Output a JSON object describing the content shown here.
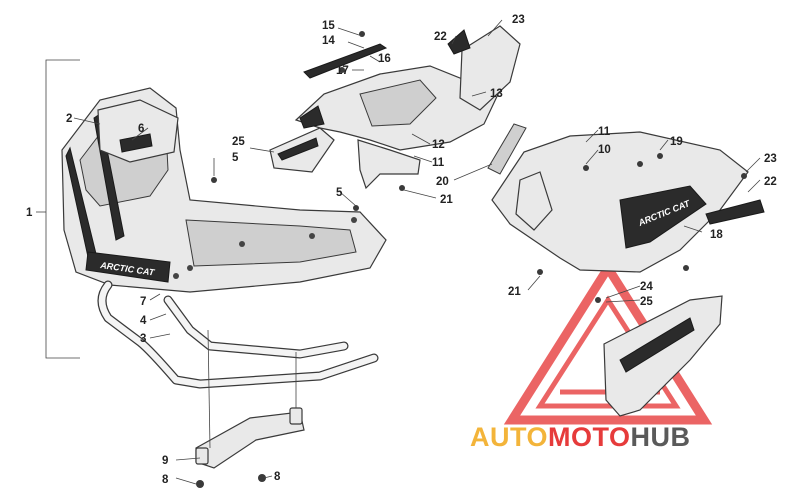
{
  "callouts": {
    "c1": "1",
    "c2": "2",
    "c3": "3",
    "c4": "4",
    "c5a": "5",
    "c5b": "5",
    "c6": "6",
    "c7": "7",
    "c8a": "8",
    "c8b": "8",
    "c9": "9",
    "c10": "10",
    "c11a": "11",
    "c11b": "11",
    "c12": "12",
    "c13": "13",
    "c14": "14",
    "c15": "15",
    "c16": "16",
    "c17": "17",
    "c18": "18",
    "c19": "19",
    "c20": "20",
    "c21a": "21",
    "c21b": "21",
    "c22a": "22",
    "c22b": "22",
    "c23a": "23",
    "c23b": "23",
    "c24": "24",
    "c25a": "25",
    "c25b": "25"
  },
  "brand_marks": {
    "rack_logo": "ARCTIC CAT",
    "panel_logo": "ARCTIC CAT"
  },
  "watermark": {
    "part1": "AUTO",
    "part2": "MOTO",
    "part3": "HUB",
    "color_auto": "#f3b43a",
    "color_moto": "#e63b3b",
    "color_hub": "#5a5a5a",
    "color_triangle": "#e84a4a"
  }
}
